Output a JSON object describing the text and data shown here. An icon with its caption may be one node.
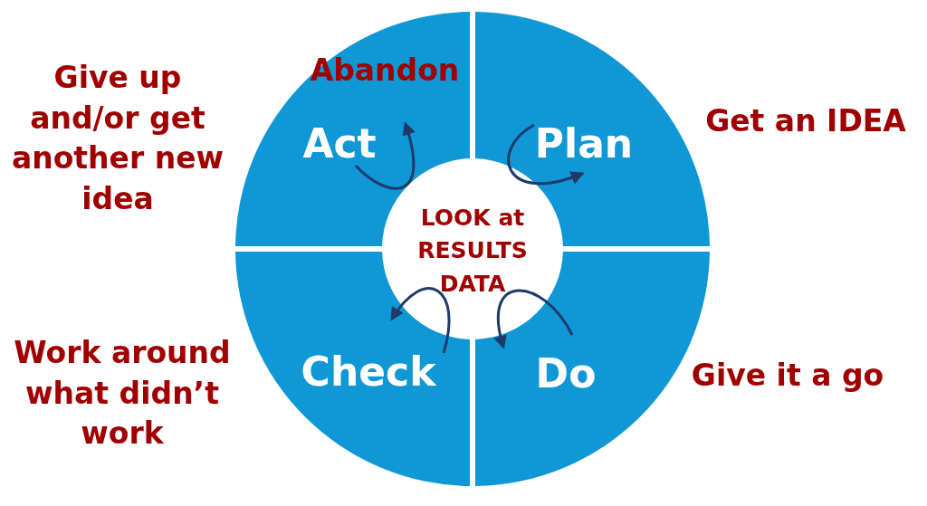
{
  "diagram": {
    "nodes": [
      {
        "text": [
          "Abandon",
          "Act"
        ],
        "beside": [
          "Give up and/or get another new idea"
        ]
      },
      {
        "text": [
          "Plan"
        ],
        "beside": [
          "Get an IDEA"
        ]
      },
      {
        "text": [
          "LOOK at RESULTS DATA"
        ]
      },
      {
        "text": [
          "Check"
        ],
        "beside": [
          "Work around what didn’t work"
        ]
      },
      {
        "text": [
          "Do"
        ],
        "beside": [
          "Give it a go"
        ]
      }
    ],
    "edges": [
      {
        "from": null,
        "to": 0,
        "arrow": "to"
      },
      {
        "from": null,
        "to": 1,
        "arrow": "to"
      },
      {
        "from": null,
        "to": 4,
        "arrow": "to"
      },
      {
        "from": null,
        "to": 3,
        "arrow": "to"
      }
    ]
  }
}
